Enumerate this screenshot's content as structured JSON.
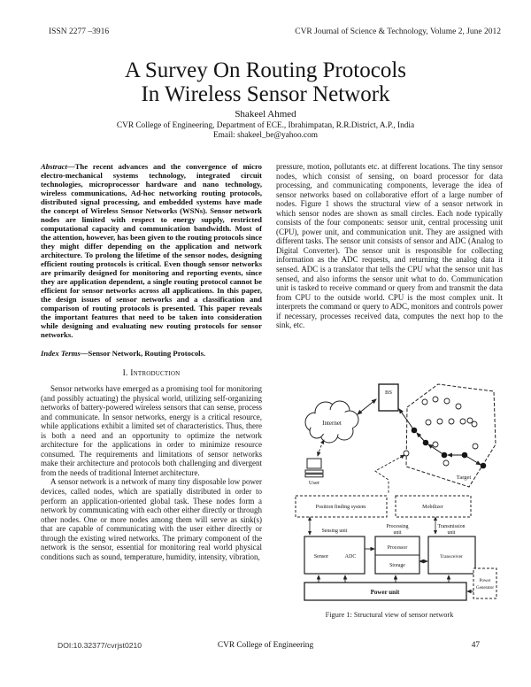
{
  "header": {
    "issn": "ISSN 2277 –3916",
    "journal": "CVR Journal of Science & Technology, Volume 2, June 2012"
  },
  "title": {
    "line1": "A Survey On Routing Protocols",
    "line2": "In Wireless Sensor Network"
  },
  "author": {
    "name": "Shakeel Ahmed",
    "affiliation": "CVR College of Engineering, Department of ECE., Ibrahimpatan, R.R.District, A.P., India",
    "email": "Email: shakeel_be@yahoo.com"
  },
  "abstract": {
    "label": "Abstract",
    "text": "—The recent advances and the convergence of micro electro-mechanical systems technology, integrated circuit technologies, microprocessor hardware and nano technology, wireless communications, Ad-hoc networking routing protocols, distributed signal processing, and embedded systems have made the concept of Wireless Sensor Networks (WSNs). Sensor network nodes are limited with respect to energy supply, restricted computational capacity and communication bandwidth. Most of the attention, however, has been given to the routing protocols since they might differ depending on the application and network architecture. To prolong the lifetime of the sensor nodes, designing efficient routing protocols is critical. Even though sensor networks are primarily designed for monitoring and reporting events, since they are application dependent, a single routing protocol cannot be efficient for sensor networks across all applications. In this paper, the design issues of sensor networks and a classification and comparison of routing protocols is presented. This paper reveals the important features that need to be taken into consideration while designing and evaluating new routing protocols for sensor networks."
  },
  "index_terms": {
    "label": "Index Terms",
    "text": "—Sensor Network, Routing Protocols."
  },
  "section1": {
    "number": "I.",
    "title": "Introduction"
  },
  "intro": {
    "para1": "Sensor networks have emerged as a promising tool for monitoring (and possibly actuating) the physical world, utilizing self-organizing networks of battery-powered wireless sensors that can sense, process and communicate. In sensor networks, energy is a critical resource, while applications exhibit a limited set of characteristics. Thus, there is both a need and an opportunity to optimize the network architecture for the applications in order to minimize resource consumed. The requirements and limitations of sensor networks make their architecture and protocols both challenging and divergent from the needs of traditional Internet architecture.",
    "para2": "A sensor network is a network of many tiny disposable low power devices, called nodes, which are spatially distributed in order to perform an application-oriented global task. These nodes form a network by communicating with each other either directly or through other nodes. One or more nodes among them will serve as sink(s) that are capable of communicating with the user either directly or through the existing wired networks. The primary component of the network is the sensor, essential for monitoring real world physical conditions such as sound, temperature, humidity, intensity, vibration,",
    "para3": "pressure, motion, pollutants etc. at different locations. The tiny sensor nodes, which consist of sensing, on board processor for data processing, and communicating components, leverage the idea of sensor networks based on collaborative effort of a large number of nodes. Figure 1 shows the structural view of a sensor network in which sensor nodes are shown as small circles. Each node typically consists of the four components: sensor unit, central processing unit (CPU), power unit, and communication unit. They are assigned with different tasks. The sensor unit consists of sensor and ADC (Analog to Digital Converter). The sensor unit is responsible for collecting information as the ADC requests, and returning the analog data it sensed. ADC is a translator that tells the CPU what the sensor unit has sensed, and also informs the sensor unit what to do. Communication unit is tasked to receive command or query from and transmit the data from CPU to the outside world. CPU is the most complex unit. It interprets the command or query to ADC, monitors and controls power if necessary, processes received data, computes the next hop to the sink, etc."
  },
  "figure": {
    "caption": "Figure 1: Structural view of sensor network",
    "labels": {
      "internet": "Internet",
      "bs": "BS",
      "target": "Target",
      "user": "User",
      "position": "Position finding system",
      "mobilizer": "Mobilizer",
      "sensing_unit": "Sensing unit",
      "processing1": "Processing",
      "processing2": "unit",
      "transmission1": "Transmission",
      "transmission2": "unit",
      "sensor": "Sensor",
      "adc": "ADC",
      "processor": "Processor",
      "storage": "Storage",
      "transceiver": "Transceiver",
      "power_unit": "Power unit",
      "power_gen1": "Power",
      "power_gen2": "Generator"
    }
  },
  "footer": {
    "doi": "DOI:10.32377/cvrjst0210",
    "publisher": "CVR College of Engineering",
    "page": "47"
  }
}
